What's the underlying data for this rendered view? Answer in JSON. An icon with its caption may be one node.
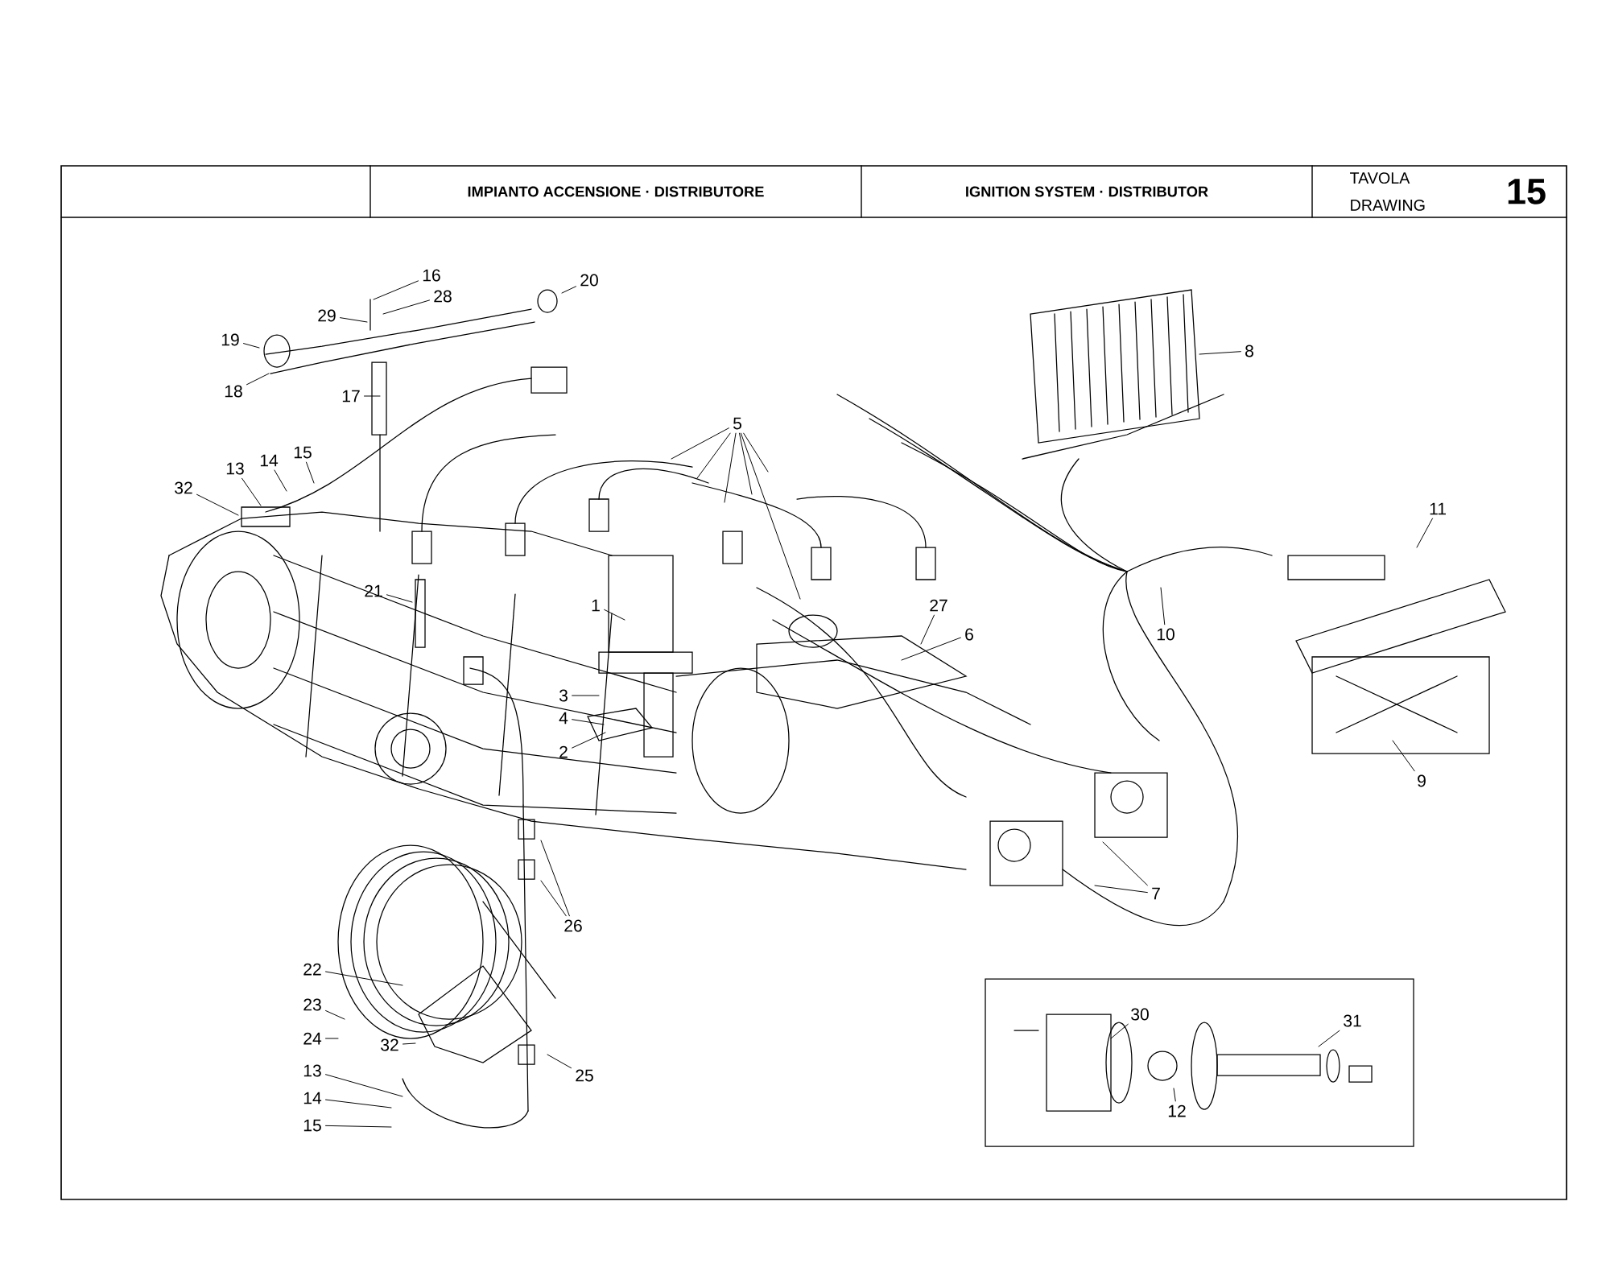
{
  "diagram": {
    "nodes": [
      {
        "text": [
          "16"
        ]
      },
      {
        "text": [
          "28"
        ]
      },
      {
        "text": [
          "29"
        ]
      },
      {
        "text": [
          "20"
        ]
      },
      {
        "text": [
          "19"
        ]
      },
      {
        "text": [
          "18"
        ]
      },
      {
        "text": [
          "17"
        ]
      },
      {
        "text": [
          "15"
        ]
      },
      {
        "text": [
          "14"
        ]
      },
      {
        "text": [
          "13"
        ]
      },
      {
        "text": [
          "32"
        ]
      },
      {
        "text": [
          "5"
        ]
      },
      {
        "text": [
          "21"
        ]
      },
      {
        "text": [
          "1"
        ]
      },
      {
        "text": [
          "27"
        ]
      },
      {
        "text": [
          "6"
        ]
      },
      {
        "text": [
          "3"
        ]
      },
      {
        "text": [
          "4"
        ]
      },
      {
        "text": [
          "2"
        ]
      },
      {
        "text": [
          "8"
        ]
      },
      {
        "text": [
          "11"
        ]
      },
      {
        "text": [
          "10"
        ]
      },
      {
        "text": [
          "9"
        ]
      },
      {
        "text": [
          "7"
        ]
      },
      {
        "text": [
          "26"
        ]
      },
      {
        "text": [
          "22"
        ]
      },
      {
        "text": [
          "23"
        ]
      },
      {
        "text": [
          "24"
        ]
      },
      {
        "text": [
          "32"
        ]
      },
      {
        "text": [
          "13"
        ]
      },
      {
        "text": [
          "25"
        ]
      },
      {
        "text": [
          "14"
        ]
      },
      {
        "text": [
          "15"
        ]
      },
      {
        "text": [
          "30"
        ]
      },
      {
        "text": [
          "12"
        ]
      },
      {
        "text": [
          "31"
        ]
      }
    ],
    "edges": [
      {
        "from": 0,
        "to": null,
        "arrow": "none"
      },
      {
        "from": 1,
        "to": null,
        "arrow": "none"
      },
      {
        "from": 2,
        "to": null,
        "arrow": "none"
      },
      {
        "from": 3,
        "to": null,
        "arrow": "none"
      },
      {
        "from": 4,
        "to": null,
        "arrow": "none"
      },
      {
        "from": 5,
        "to": null,
        "arrow": "none"
      },
      {
        "from": 6,
        "to": null,
        "arrow": "none"
      },
      {
        "from": 7,
        "to": null,
        "arrow": "none"
      },
      {
        "from": 8,
        "to": null,
        "arrow": "none"
      },
      {
        "from": 9,
        "to": null,
        "arrow": "none"
      },
      {
        "from": 10,
        "to": null,
        "arrow": "none"
      },
      {
        "from": 11,
        "to": null,
        "arrow": "none"
      },
      {
        "from": 11,
        "to": null,
        "arrow": "none"
      },
      {
        "from": 11,
        "to": null,
        "arrow": "none"
      },
      {
        "from": 11,
        "to": null,
        "arrow": "none"
      },
      {
        "from": 11,
        "to": null,
        "arrow": "none"
      },
      {
        "from": 11,
        "to": null,
        "arrow": "none"
      },
      {
        "from": 12,
        "to": null,
        "arrow": "none"
      },
      {
        "from": 13,
        "to": null,
        "arrow": "none"
      },
      {
        "from": 14,
        "to": null,
        "arrow": "none"
      },
      {
        "from": 15,
        "to": null,
        "arrow": "none"
      },
      {
        "from": 16,
        "to": null,
        "arrow": "none"
      },
      {
        "from": 17,
        "to": null,
        "arrow": "none"
      },
      {
        "from": 18,
        "to": null,
        "arrow": "none"
      },
      {
        "from": 19,
        "to": null,
        "arrow": "none"
      },
      {
        "from": 20,
        "to": null,
        "arrow": "none"
      },
      {
        "from": 21,
        "to": null,
        "arrow": "none"
      },
      {
        "from": 22,
        "to": null,
        "arrow": "none"
      },
      {
        "from": 23,
        "to": null,
        "arrow": "none"
      },
      {
        "from": 23,
        "to": null,
        "arrow": "none"
      },
      {
        "from": 24,
        "to": null,
        "arrow": "none"
      },
      {
        "from": 24,
        "to": null,
        "arrow": "none"
      },
      {
        "from": 25,
        "to": null,
        "arrow": "none"
      },
      {
        "from": 26,
        "to": null,
        "arrow": "none"
      },
      {
        "from": 27,
        "to": null,
        "arrow": "none"
      },
      {
        "from": 28,
        "to": null,
        "arrow": "none"
      },
      {
        "from": 29,
        "to": null,
        "arrow": "none"
      },
      {
        "from": 30,
        "to": null,
        "arrow": "none"
      },
      {
        "from": 31,
        "to": null,
        "arrow": "none"
      },
      {
        "from": 32,
        "to": null,
        "arrow": "none"
      },
      {
        "from": 33,
        "to": null,
        "arrow": "none"
      },
      {
        "from": 34,
        "to": null,
        "arrow": "none"
      },
      {
        "from": 35,
        "to": null,
        "arrow": "none"
      }
    ],
    "labels": [
      "IMPIANTO ACCENSIONE · DISTRIBUTORE",
      "IGNITION SYSTEM · DISTRIBUTOR",
      "TAVOLA DRAWING",
      "15"
    ]
  }
}
